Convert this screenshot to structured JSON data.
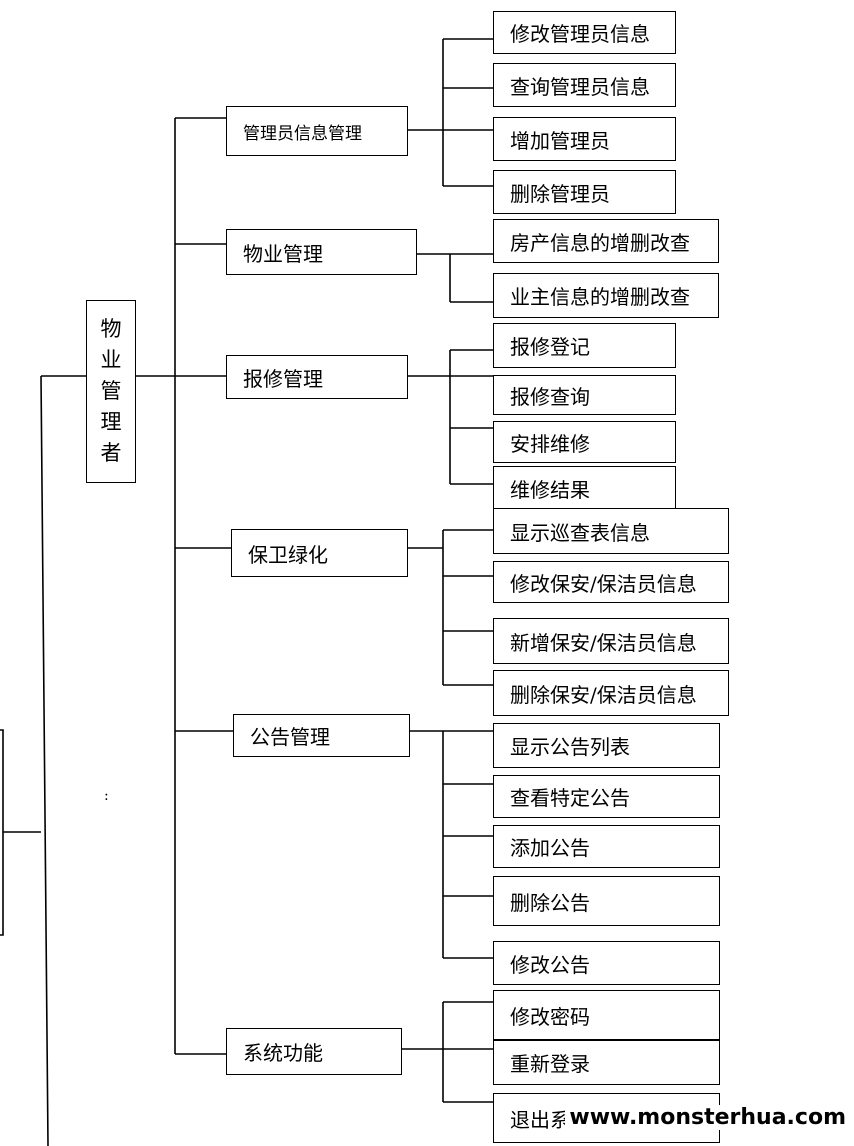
{
  "root": {
    "label": "物业管理者",
    "chars": [
      "物",
      "业",
      "管",
      "理",
      "者"
    ]
  },
  "side_mark": ":",
  "groups": [
    {
      "id": "admin",
      "label": "管理员信息管理",
      "items": [
        "修改管理员信息",
        "查询管理员信息",
        "增加管理员",
        "删除管理员"
      ]
    },
    {
      "id": "property",
      "label": "物业管理",
      "items": [
        "房产信息的增删改查",
        "业主信息的增删改查"
      ]
    },
    {
      "id": "repair",
      "label": "报修管理",
      "items": [
        "报修登记",
        "报修查询",
        "安排维修",
        "维修结果"
      ]
    },
    {
      "id": "security",
      "label": "保卫绿化",
      "items": [
        "显示巡查表信息",
        "修改保安/保洁员信息",
        "新增保安/保洁员信息",
        "删除保安/保洁员信息"
      ]
    },
    {
      "id": "notice",
      "label": "公告管理",
      "items": [
        "显示公告列表",
        "查看特定公告",
        "添加公告",
        "删除公告",
        "修改公告"
      ]
    },
    {
      "id": "system",
      "label": "系统功能",
      "items": [
        "修改密码",
        "重新登录",
        "退出系统"
      ]
    }
  ],
  "watermark": "www.monsterhua.com"
}
